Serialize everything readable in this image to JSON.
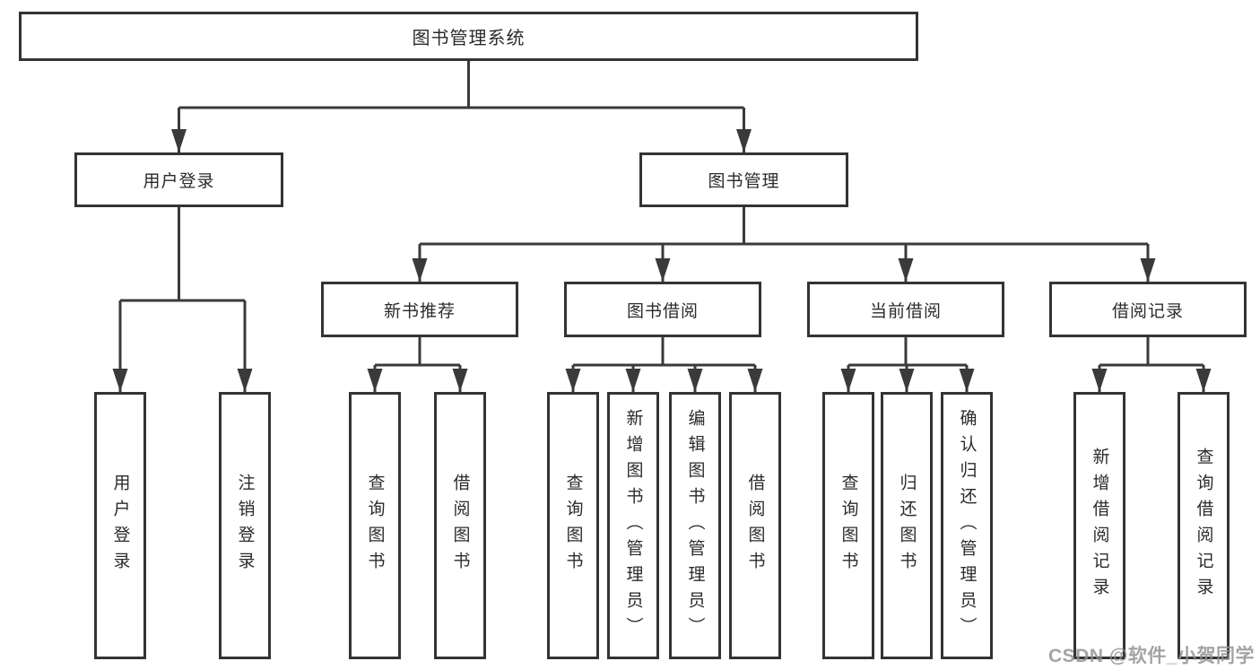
{
  "colors": {
    "background": "#ffffff",
    "line": "#3a3a3a",
    "box_border": "#333333",
    "text": "#2b2b2b",
    "watermark": "#909090"
  },
  "nodes": {
    "root": "图书管理系统",
    "level1": [
      {
        "label": "用户登录"
      },
      {
        "label": "图书管理"
      }
    ],
    "level2": [
      {
        "label": "新书推荐",
        "parent": "图书管理"
      },
      {
        "label": "图书借阅",
        "parent": "图书管理"
      },
      {
        "label": "当前借阅",
        "parent": "图书管理"
      },
      {
        "label": "借阅记录",
        "parent": "图书管理"
      }
    ],
    "leaves": [
      {
        "label": "用户登录",
        "parent": "用户登录"
      },
      {
        "label": "注销登录",
        "parent": "用户登录"
      },
      {
        "label": "查询图书",
        "parent": "新书推荐"
      },
      {
        "label": "借阅图书",
        "parent": "新书推荐"
      },
      {
        "label": "查询图书",
        "parent": "图书借阅"
      },
      {
        "label": "新增图书（管理员）",
        "parent": "图书借阅"
      },
      {
        "label": "编辑图书（管理员）",
        "parent": "图书借阅"
      },
      {
        "label": "借阅图书",
        "parent": "图书借阅"
      },
      {
        "label": "查询图书",
        "parent": "当前借阅"
      },
      {
        "label": "归还图书",
        "parent": "当前借阅"
      },
      {
        "label": "确认归还（管理员）",
        "parent": "当前借阅"
      },
      {
        "label": "新增借阅记录",
        "parent": "借阅记录"
      },
      {
        "label": "查询借阅记录",
        "parent": "借阅记录"
      }
    ]
  },
  "watermark": {
    "text": "CSDN @软件_小贺同学"
  }
}
